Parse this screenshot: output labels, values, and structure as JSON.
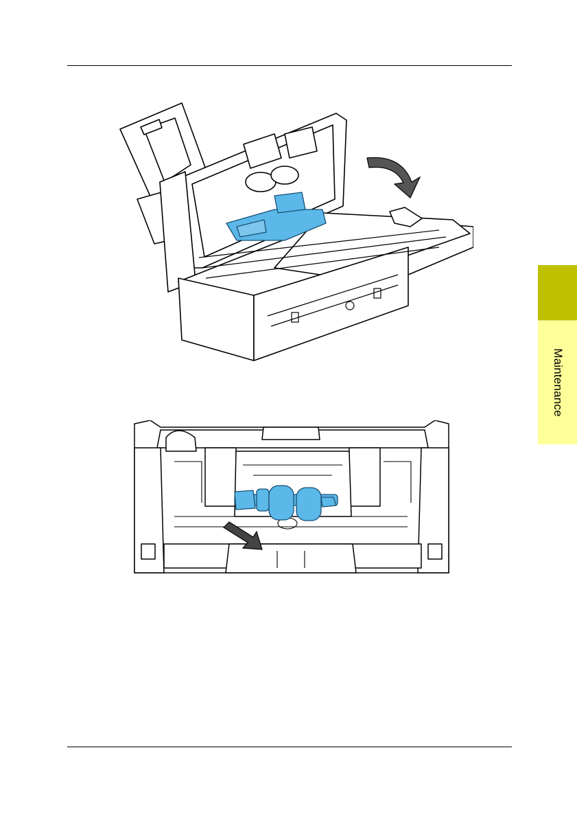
{
  "side_tab": {
    "label": "Maintenance",
    "accent_color": "#bfc000",
    "tab_color": "#ffff99"
  },
  "figures": [
    {
      "icon": "scanner-open-cover-illustration"
    },
    {
      "icon": "roller-removal-illustration"
    }
  ],
  "highlight_color": "#5bb8e8"
}
